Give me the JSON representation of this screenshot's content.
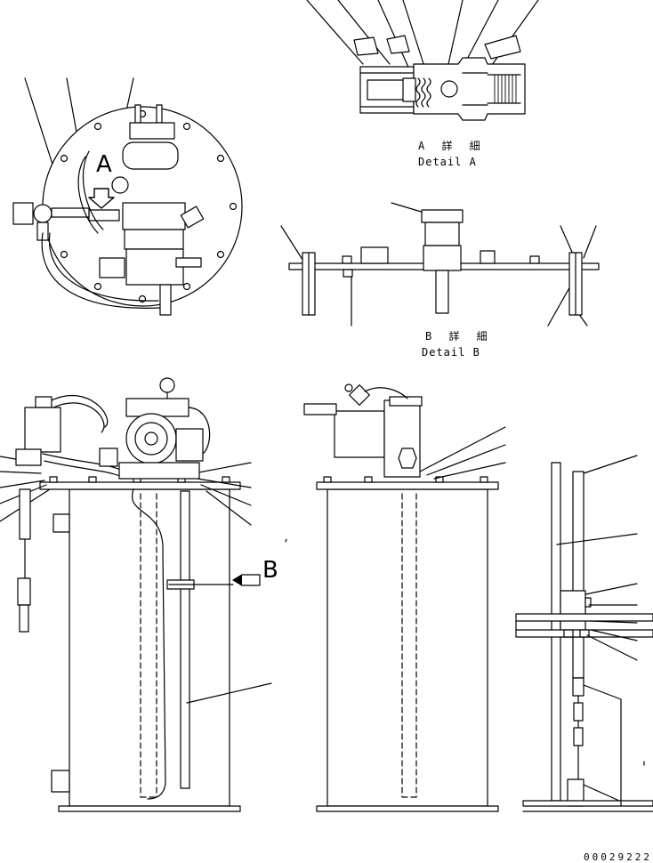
{
  "callouts": {
    "view_a_letter": "A",
    "view_b_letter": "B"
  },
  "captions": {
    "detail_a_jp": "A 詳 細",
    "detail_a_en": "Detail A",
    "detail_b_jp": "B 詳 細",
    "detail_b_en": "Detail B"
  },
  "stray_mark": ",",
  "doc_number": "00029222"
}
